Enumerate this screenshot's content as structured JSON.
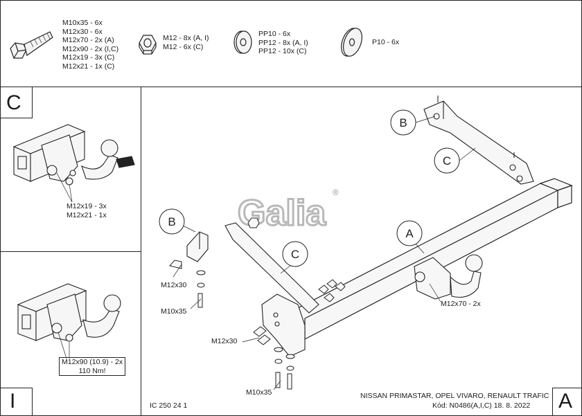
{
  "parts_header": {
    "bolts": [
      "M10x35 - 6x",
      "M12x30 - 6x",
      "M12x70 - 2x (A)",
      "M12x90 - 2x (I,C)",
      "M12x19 - 3x (C)",
      "M12x21 - 1x (C)"
    ],
    "nuts": [
      "M12 - 8x (A, I)",
      "M12 - 6x (C)"
    ],
    "washers_pp": [
      "PP10 - 6x",
      "PP12 - 8x (A, I)",
      "PP12 - 10x (C)"
    ],
    "washers_p": [
      "P10 - 6x"
    ]
  },
  "panel_c": {
    "label": "C",
    "bolts": [
      "M12x19 - 3x",
      "M12x21 - 1x"
    ]
  },
  "panel_i": {
    "label": "I",
    "bolt": "M12x90 (10.9) - 2x",
    "torque": "110 Nm!"
  },
  "main": {
    "logo": "Galia",
    "logo_mark": "®",
    "callouts": {
      "b_top": "B",
      "c_top": "C",
      "b_left": "B",
      "c_mid": "C",
      "a": "A"
    },
    "labels": {
      "m12x30_upper": "M12x30",
      "m10x35_upper": "M10x35",
      "m12x30_lower": "M12x30",
      "m10x35_lower": "M10x35",
      "m12x70": "M12x70 - 2x"
    }
  },
  "footer": {
    "code": "IC 250 24 1",
    "vehicles": "NISSAN PRIMASTAR, OPEL VIVARO, RENAULT TRAFIC",
    "kod": "Kód: N0486(A,I,C)  18. 8. 2022",
    "variant": "A"
  }
}
